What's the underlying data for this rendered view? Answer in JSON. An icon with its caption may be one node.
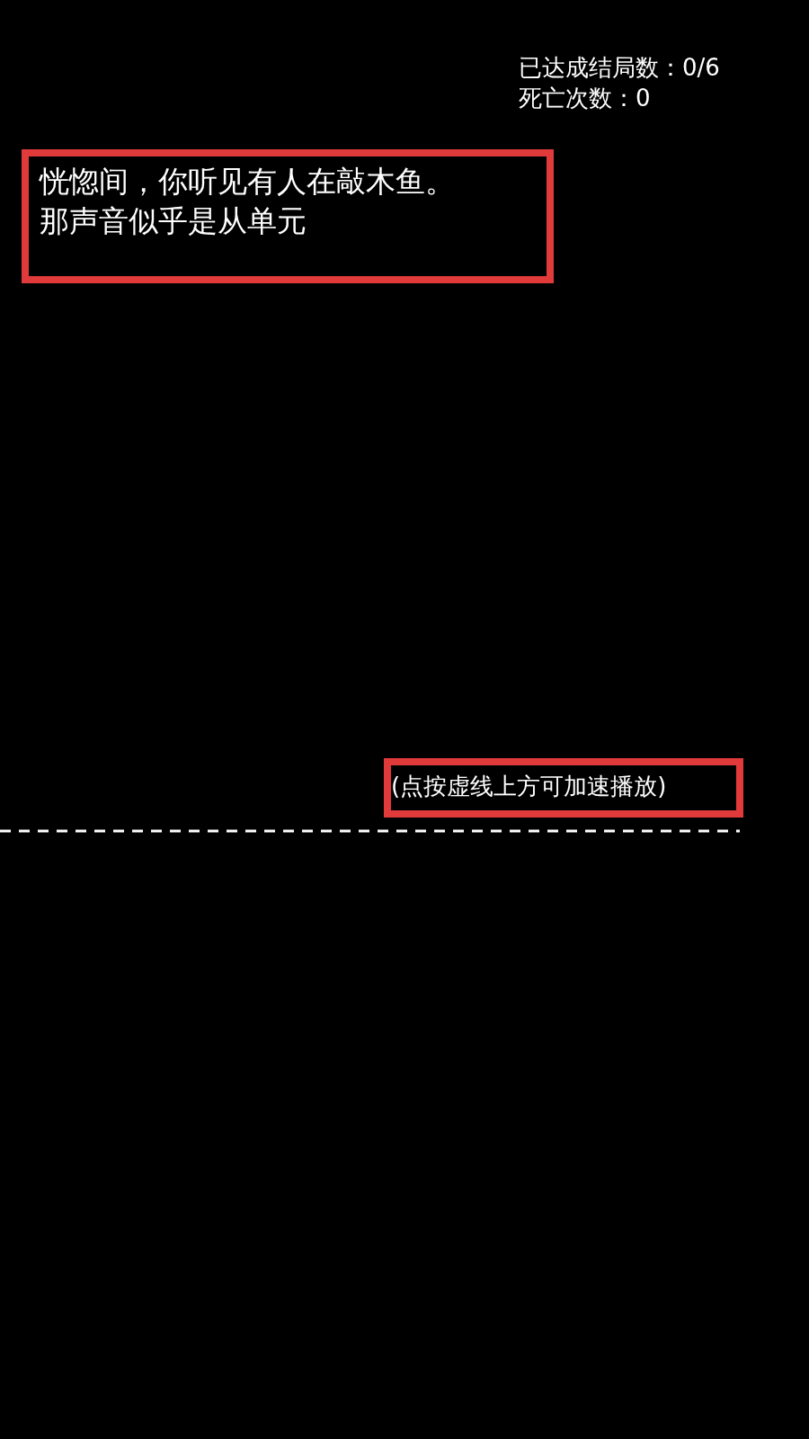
{
  "diagram": {
    "nodes": [
      {
        "text": [
          "恍惚间，你听见有人在敲木鱼。",
          "那声音似乎是从单元"
        ]
      },
      {
        "text": [
          "(点按虚线上方可加速播放)"
        ]
      }
    ],
    "labels": [
      "已达成结局数：0/6",
      "死亡次数：0"
    ]
  }
}
